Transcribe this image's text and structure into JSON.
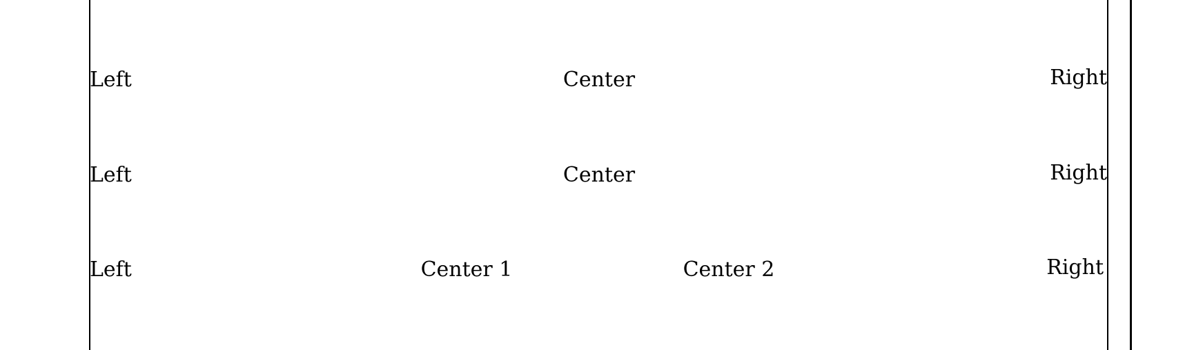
{
  "rows": [
    {
      "left": "Left",
      "center": "Center",
      "right": "Right"
    },
    {
      "left": "Left",
      "center": "Center",
      "right": "Right"
    },
    {
      "left": "Left",
      "center_1": "Center 1",
      "center_2": "Center 2",
      "right": "Right"
    }
  ]
}
